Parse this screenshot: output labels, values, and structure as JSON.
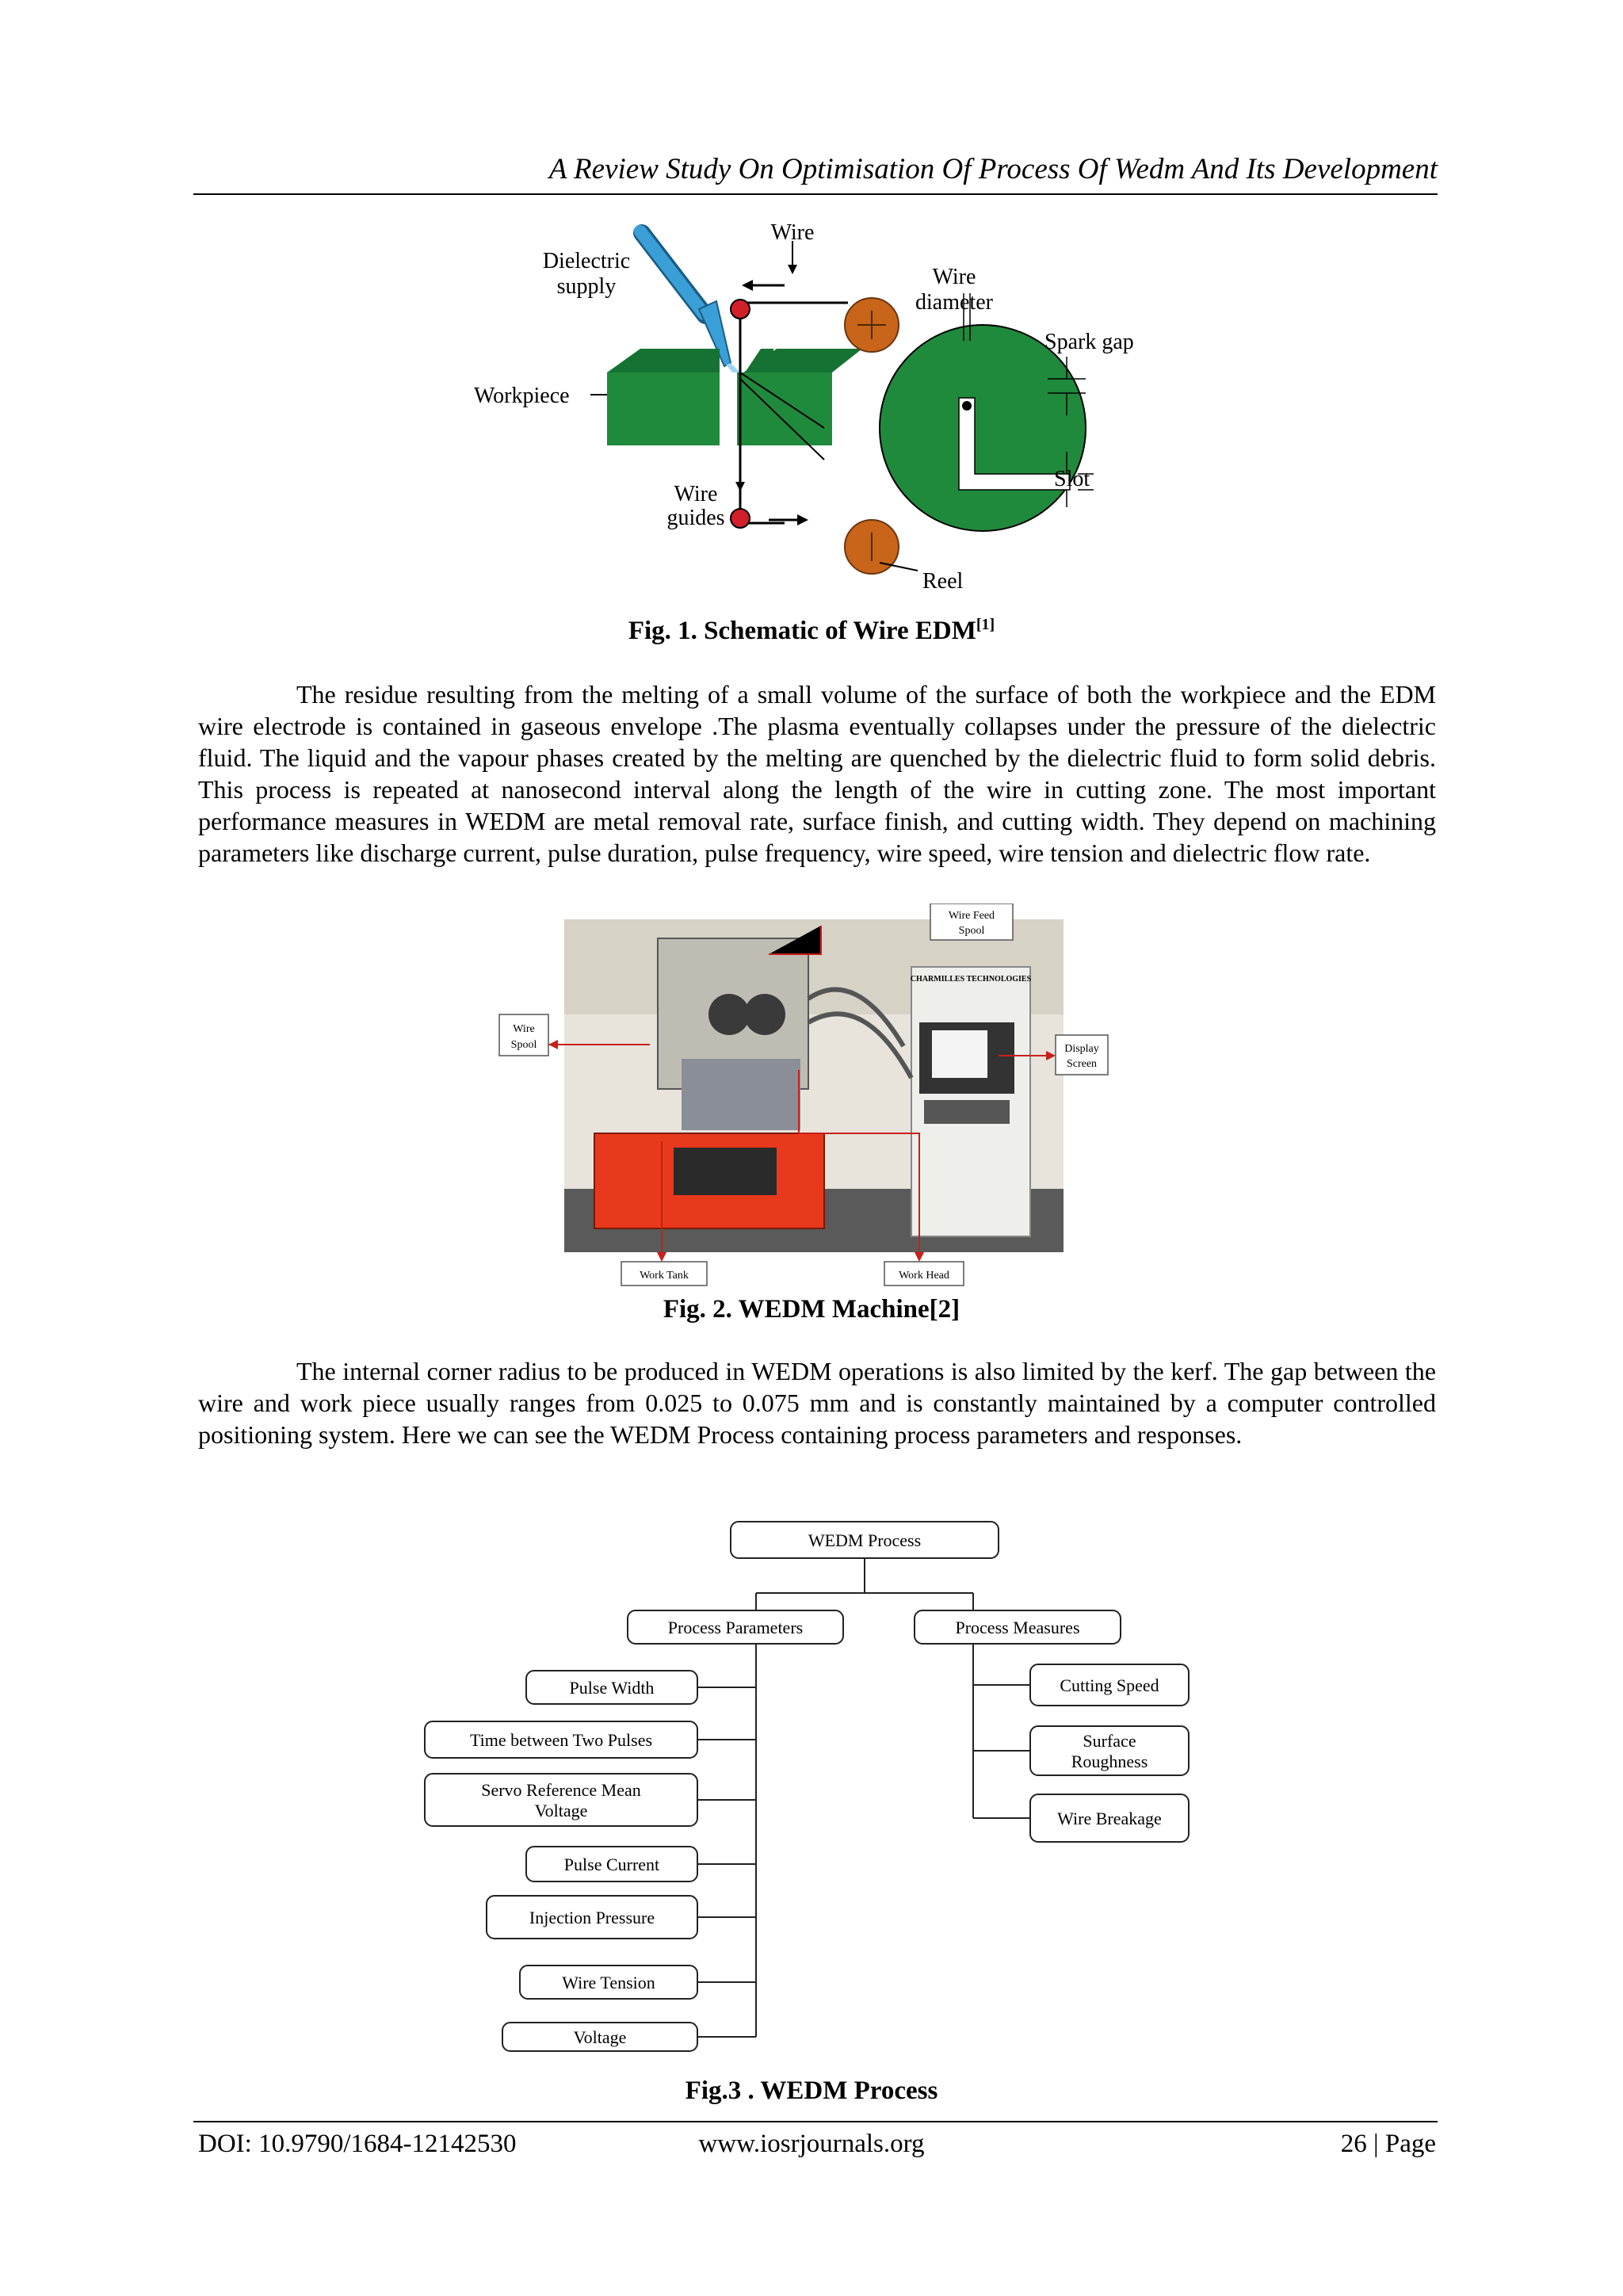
{
  "header": {
    "title": "A Review Study On Optimisation Of Process Of Wedm And Its Development"
  },
  "figure1": {
    "caption": "Fig. 1. Schematic of Wire EDM",
    "caption_ref": "[1]",
    "labels": {
      "wire": "Wire",
      "dielectric_1": "Dielectric",
      "dielectric_2": "supply",
      "wire_diameter_1": "Wire",
      "wire_diameter_2": "diameter",
      "spark_gap": "Spark gap",
      "workpiece": "Workpiece",
      "slot": "Slot",
      "wire_guides_1": "Wire",
      "wire_guides_2": "guides",
      "reel": "Reel"
    }
  },
  "paragraph1": "The residue resulting from the melting of a small volume of the surface of both the workpiece and the EDM wire electrode is contained in gaseous envelope .The plasma eventually collapses under the pressure of the dielectric fluid. The liquid and the vapour phases created by the melting are quenched by the dielectric fluid to form solid debris. This process is repeated at nanosecond interval along the length of the wire in cutting zone. The most important performance measures in WEDM are metal removal rate, surface finish, and cutting width. They depend on machining parameters like discharge current, pulse duration, pulse frequency, wire speed, wire tension and dielectric flow rate.",
  "figure2": {
    "caption": "Fig. 2. WEDM Machine[2]",
    "labels": {
      "wire_feed_1": "Wire Feed",
      "wire_feed_2": "Spool",
      "wire_spool_1": "Wire",
      "wire_spool_2": "Spool",
      "display_1": "Display",
      "display_2": "Screen",
      "work_tank": "Work Tank",
      "work_head": "Work Head",
      "brand": "CHARMILLES TECHNOLOGIES"
    }
  },
  "paragraph2": "The internal corner radius to be produced in WEDM operations is also limited by the kerf. The gap between the wire and work piece usually ranges from 0.025 to 0.075 mm and is constantly maintained by a computer controlled positioning system. Here we can see the WEDM Process containing process parameters and responses.",
  "figure3": {
    "caption": "Fig.3 . WEDM Process",
    "root": "WEDM Process",
    "params_title": "Process Parameters",
    "measures_title": "Process Measures",
    "params": [
      [
        "Pulse Width"
      ],
      [
        "Time between Two Pulses"
      ],
      [
        "Servo Reference Mean",
        "Voltage"
      ],
      [
        "Pulse Current"
      ],
      [
        "Injection Pressure"
      ],
      [
        "Wire Tension"
      ],
      [
        "Voltage"
      ]
    ],
    "measures": [
      [
        "Cutting Speed"
      ],
      [
        "Surface",
        "Roughness"
      ],
      [
        "Wire Breakage"
      ]
    ]
  },
  "footer": {
    "doi": "DOI: 10.9790/1684-12142530",
    "site": "www.iosrjournals.org",
    "page": "26 | Page"
  },
  "colors": {
    "workpiece_green": "#1f8a3c",
    "reel_orange": "#c8651a",
    "guide_red": "#d0202a",
    "nozzle_blue": "#3a9fd6",
    "machine_red": "#e8391c"
  }
}
